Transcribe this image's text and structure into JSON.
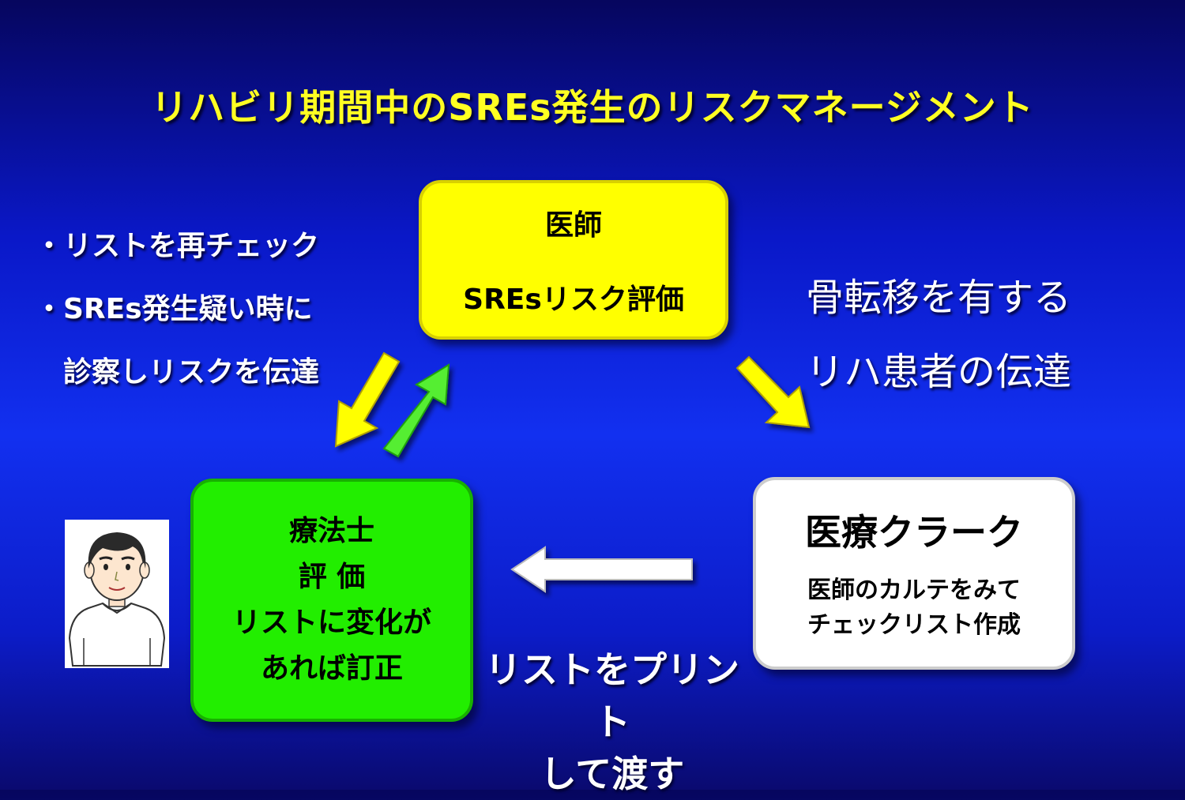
{
  "title": "リハビリ期間中のSREs発生のリスクマネージメント",
  "doctor_box": {
    "line1": "医師",
    "line2": "SREsリスク評価"
  },
  "therapist_box": {
    "line1": "療法士",
    "line2": "評 価",
    "line3": "リストに変化が",
    "line4": "あれば訂正"
  },
  "clerk_box": {
    "line1": "医療クラーク",
    "line2": "医師のカルテをみて",
    "line3": "チェックリスト作成"
  },
  "left_notes": {
    "bullet": "・",
    "item1": "リストを再チェック",
    "item2_line1": "SREs発生疑い時に",
    "item2_line2": "診察しリスクを伝達"
  },
  "right_note": {
    "line1": "骨転移を有する",
    "line2": "リハ患者の伝達"
  },
  "bottom_note": {
    "line1": "リストをプリント",
    "line2": "して渡す"
  },
  "colors": {
    "title": "#ffff22",
    "doctor_box": "#ffff00",
    "therapist_box": "#22ee00",
    "clerk_box": "#ffffff",
    "arrow_yellow": "#ffff00",
    "arrow_green": "#55ee33",
    "arrow_white": "#ffffff"
  },
  "icons": [
    "therapist-person-icon",
    "arrow-down-left-icon",
    "arrow-up-right-icon",
    "arrow-down-right-icon",
    "arrow-left-icon"
  ]
}
